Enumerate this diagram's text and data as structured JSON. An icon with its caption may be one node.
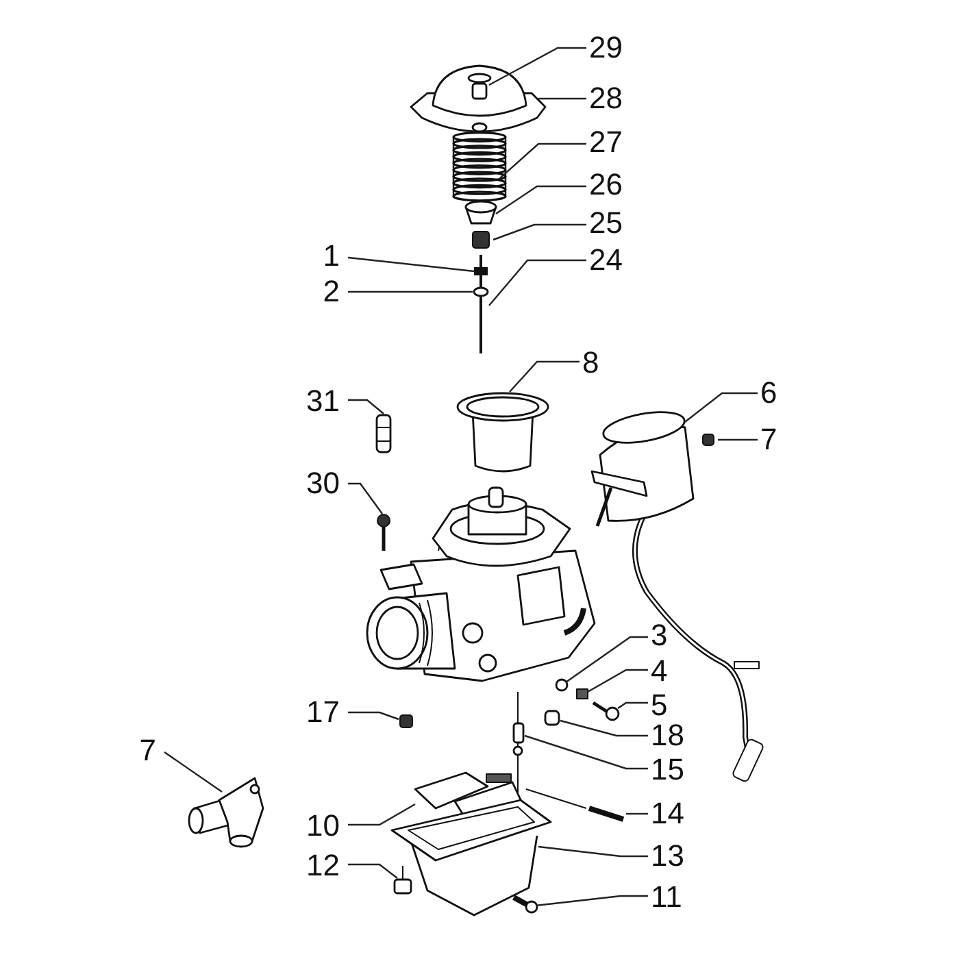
{
  "diagram": {
    "nodes": [
      {
        "text": [
          "29"
        ]
      },
      {
        "text": [
          "28"
        ]
      },
      {
        "text": [
          "27"
        ]
      },
      {
        "text": [
          "26"
        ]
      },
      {
        "text": [
          "25"
        ]
      },
      {
        "text": [
          "1"
        ]
      },
      {
        "text": [
          "24"
        ]
      },
      {
        "text": [
          "2"
        ]
      },
      {
        "text": [
          "8"
        ]
      },
      {
        "text": [
          "6"
        ]
      },
      {
        "text": [
          "31"
        ]
      },
      {
        "text": [
          "7"
        ]
      },
      {
        "text": [
          "30"
        ]
      },
      {
        "text": [
          "3"
        ]
      },
      {
        "text": [
          "4"
        ]
      },
      {
        "text": [
          "5"
        ]
      },
      {
        "text": [
          "17"
        ]
      },
      {
        "text": [
          "18"
        ]
      },
      {
        "text": [
          "15"
        ]
      },
      {
        "text": [
          "7"
        ]
      },
      {
        "text": [
          "10"
        ]
      },
      {
        "text": [
          "14"
        ]
      },
      {
        "text": [
          "12"
        ]
      },
      {
        "text": [
          "13"
        ]
      },
      {
        "text": [
          "11"
        ]
      }
    ],
    "edges": [
      {
        "from": 0,
        "to": null,
        "arrow": "none"
      },
      {
        "from": 1,
        "to": null,
        "arrow": "none"
      },
      {
        "from": 2,
        "to": null,
        "arrow": "none"
      },
      {
        "from": 3,
        "to": null,
        "arrow": "none"
      },
      {
        "from": 4,
        "to": null,
        "arrow": "none"
      },
      {
        "from": 5,
        "to": null,
        "arrow": "none"
      },
      {
        "from": 6,
        "to": null,
        "arrow": "none"
      },
      {
        "from": 7,
        "to": null,
        "arrow": "none"
      },
      {
        "from": 8,
        "to": null,
        "arrow": "none"
      },
      {
        "from": 9,
        "to": null,
        "arrow": "none"
      },
      {
        "from": 10,
        "to": null,
        "arrow": "none"
      },
      {
        "from": 11,
        "to": null,
        "arrow": "none"
      },
      {
        "from": 12,
        "to": null,
        "arrow": "none"
      },
      {
        "from": 13,
        "to": null,
        "arrow": "none"
      },
      {
        "from": 14,
        "to": null,
        "arrow": "none"
      },
      {
        "from": 15,
        "to": null,
        "arrow": "none"
      },
      {
        "from": 16,
        "to": null,
        "arrow": "none"
      },
      {
        "from": 17,
        "to": null,
        "arrow": "none"
      },
      {
        "from": 18,
        "to": null,
        "arrow": "none"
      },
      {
        "from": 19,
        "to": null,
        "arrow": "none"
      },
      {
        "from": 20,
        "to": null,
        "arrow": "none"
      },
      {
        "from": 21,
        "to": null,
        "arrow": "none"
      },
      {
        "from": 22,
        "to": null,
        "arrow": "none"
      },
      {
        "from": 23,
        "to": null,
        "arrow": "none"
      },
      {
        "from": 24,
        "to": null,
        "arrow": "none"
      }
    ]
  }
}
